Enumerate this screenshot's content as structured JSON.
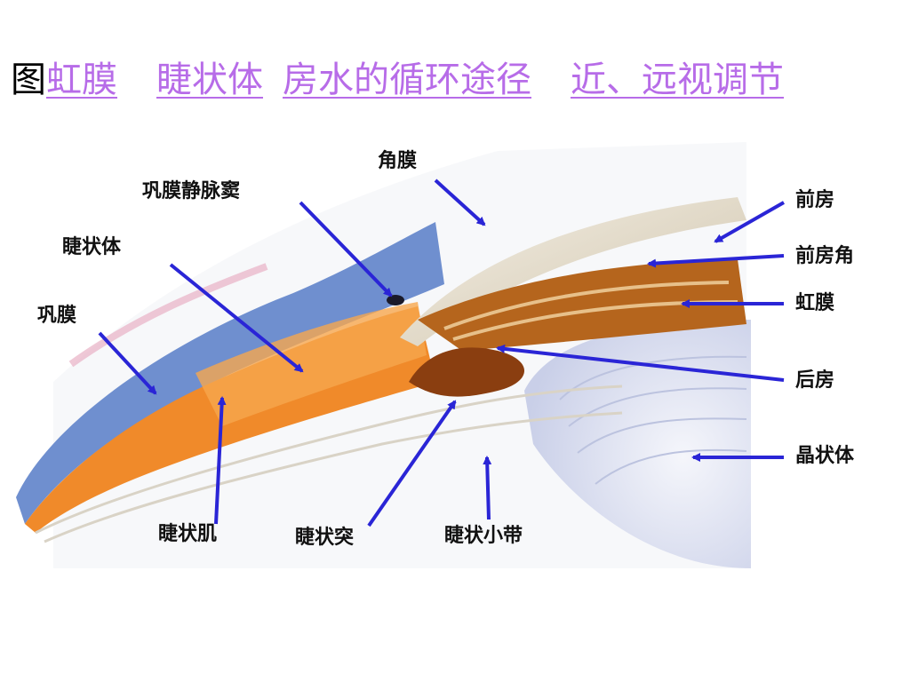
{
  "title": {
    "prefix": "图",
    "links": [
      "虹膜",
      "睫状体",
      "房水的循环途径",
      "近、远视调节"
    ]
  },
  "diagram": {
    "labels": {
      "cornea": "角膜",
      "scleral_venous_sinus": "巩膜静脉窦",
      "ciliary_body": "睫状体",
      "sclera": "巩膜",
      "anterior_chamber": "前房",
      "anterior_chamber_angle": "前房角",
      "iris": "虹膜",
      "posterior_chamber": "后房",
      "lens": "晶状体",
      "ciliary_muscle": "睫状肌",
      "ciliary_process": "睫状突",
      "ciliary_zonule": "睫状小带"
    },
    "colors": {
      "sclera": "#6f8fcf",
      "ciliary": "#f08a2a",
      "iris": "#b5651d",
      "cornea": "#e3dac8",
      "lens": "#d7dcef",
      "arrow": "#2a25d6"
    }
  }
}
